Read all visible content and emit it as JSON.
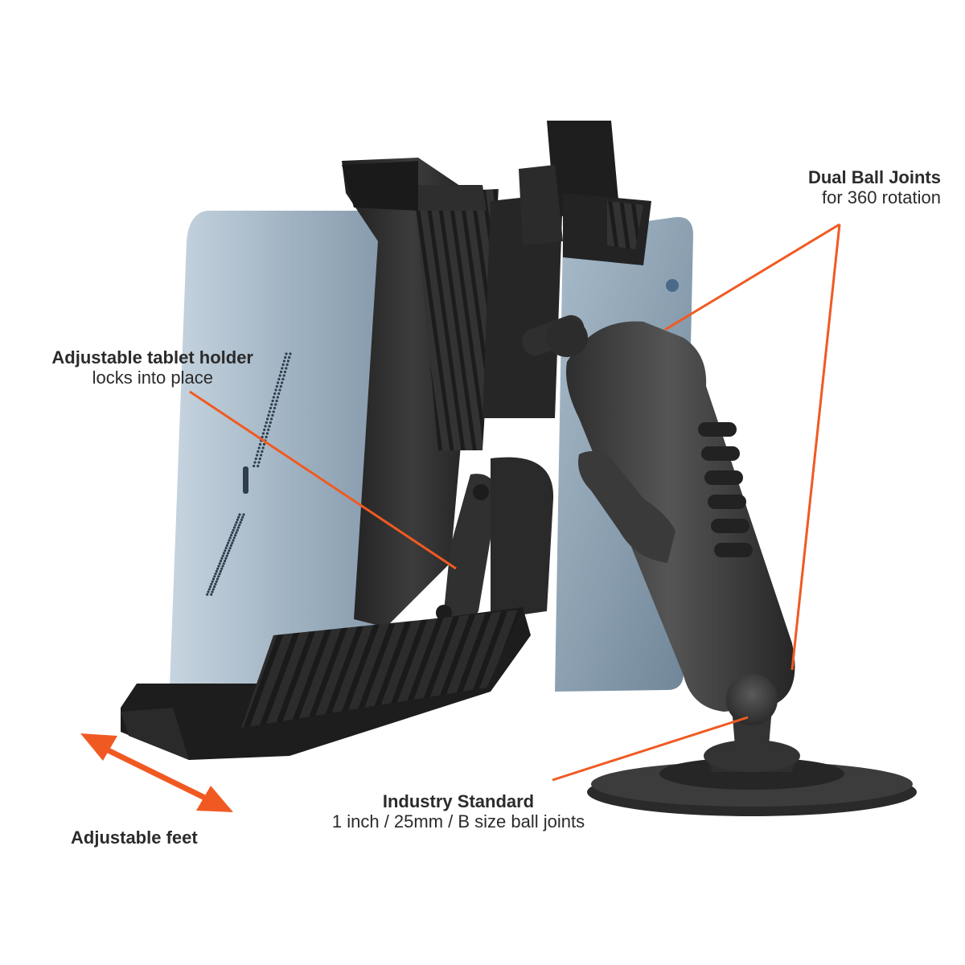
{
  "colors": {
    "accent": "#f05a22",
    "tablet": "#a8b9c7",
    "tablet_dark": "#7f93a4",
    "plastic": "#2a2a2a",
    "plastic_mid": "#3a3a3a",
    "rubber": "#444444"
  },
  "callouts": {
    "dual_ball_joints": {
      "title": "Dual Ball Joints",
      "subtitle": "for 360 rotation"
    },
    "tablet_holder": {
      "title": "Adjustable tablet holder",
      "subtitle": "locks into place"
    },
    "industry_standard": {
      "title": "Industry Standard",
      "subtitle": "1 inch / 25mm / B size ball joints"
    },
    "adjustable_feet": {
      "title": "Adjustable feet"
    }
  }
}
